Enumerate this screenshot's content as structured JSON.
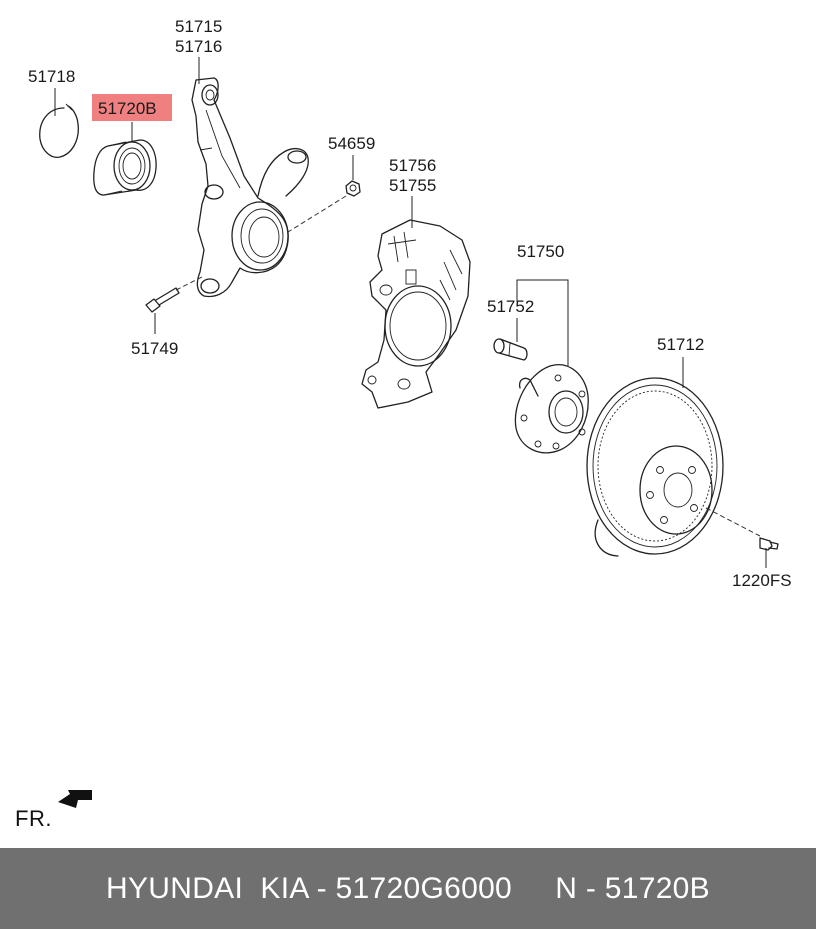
{
  "parts": {
    "knuckle_a": "51715",
    "knuckle_b": "51716",
    "snap_ring": "51718",
    "bearing": "51720B",
    "nut": "54659",
    "dust_cover_a": "51756",
    "dust_cover_b": "51755",
    "hub_assy": "51750",
    "hub_bolt": "51752",
    "bolt": "51749",
    "disc": "51712",
    "screw": "1220FS"
  },
  "highlight_color": "#f08080",
  "orientation_label": "FR.",
  "footer": {
    "text": "HYUNDAI  KIA - 51720G6000     N - 51720B"
  }
}
